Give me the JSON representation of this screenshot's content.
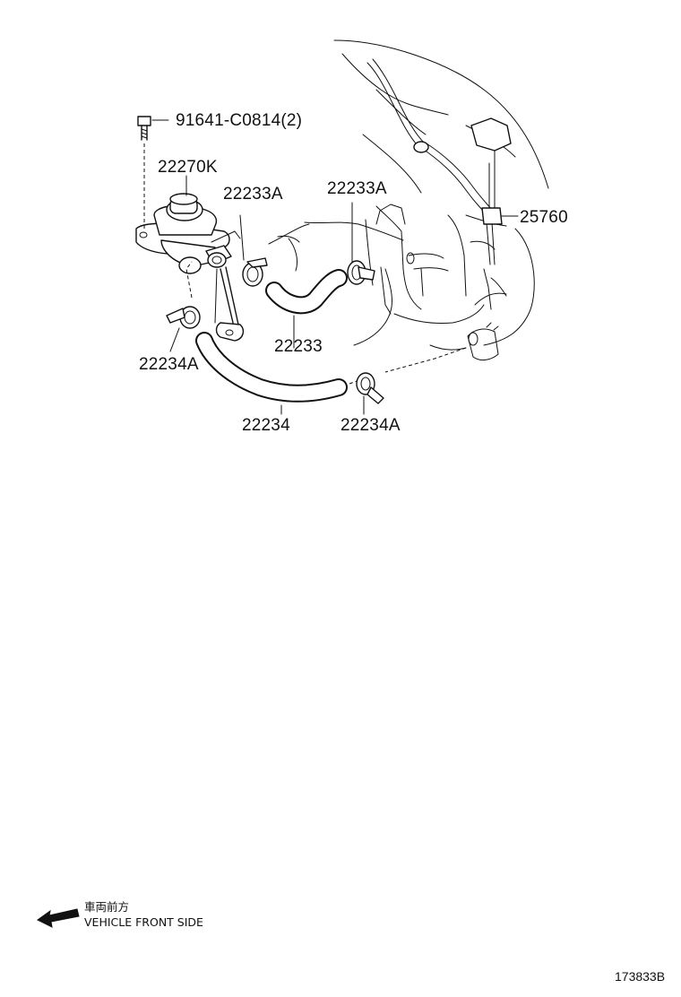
{
  "labels": {
    "bolt": "91641-C0814(2)",
    "valve": "22270K",
    "clamp_a_left": "22233A",
    "clamp_a_right": "22233A",
    "hose_upper": "22233",
    "sensor": "25760",
    "clamp_b_left": "22234A",
    "hose_lower": "22234",
    "clamp_b_right": "22234A"
  },
  "direction": {
    "japanese": "車両前方",
    "english": "VEHICLE FRONT SIDE"
  },
  "figure_code": "173833B"
}
